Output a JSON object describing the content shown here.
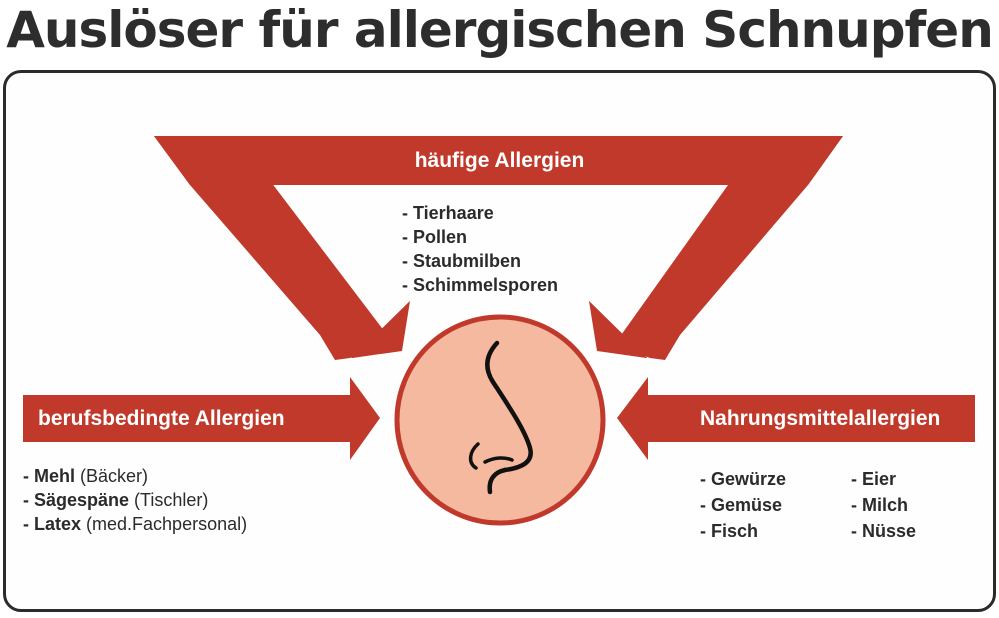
{
  "title": "Auslöser für allergischen Schnupfen",
  "colors": {
    "arrow_red": "#c0392b",
    "circle_fill": "#f5b9a0",
    "circle_stroke": "#c0392b",
    "text_dark": "#2b2b2b",
    "frame_border": "#2b2b2b"
  },
  "center": {
    "icon": "nose-icon"
  },
  "top": {
    "label": "häufige Allergien",
    "items": [
      "- Tierhaare",
      "- Pollen",
      "- Staubmilben",
      "- Schimmelsporen"
    ]
  },
  "left": {
    "label": "berufsbedingte Allergien",
    "items": [
      {
        "prefix": "- ",
        "name": "Mehl",
        "note": " (Bäcker)"
      },
      {
        "prefix": "- ",
        "name": "Sägespäne",
        "note": " (Tischler)"
      },
      {
        "prefix": "- ",
        "name": "Latex",
        "note": " (med.Fachpersonal)"
      }
    ]
  },
  "right": {
    "label": "Nahrungsmittelallergien",
    "col1": [
      "- Gewürze",
      "- Gemüse",
      "- Fisch"
    ],
    "col2": [
      "- Eier",
      "- Milch",
      "- Nüsse"
    ]
  }
}
